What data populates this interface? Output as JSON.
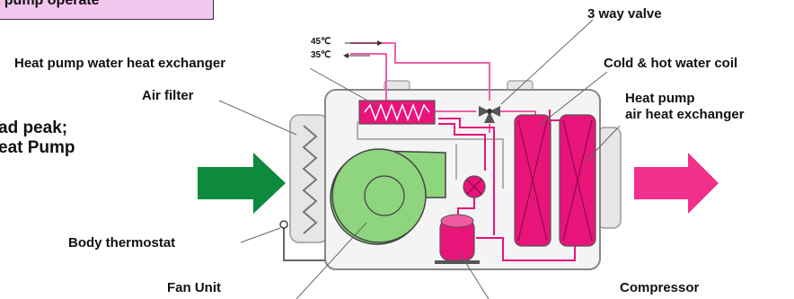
{
  "mode_banner": {
    "text": "t pump operate",
    "bg_color": "#f3c6ee"
  },
  "side_note": {
    "line1": "ad peak;",
    "line2": "eat Pump"
  },
  "temperatures": {
    "supply": "45℃",
    "return": "35℃"
  },
  "labels": {
    "heat_pump_water_hx": "Heat pump water heat exchanger",
    "three_way_valve": "3 way valve",
    "cold_hot_coil": "Cold & hot water coil",
    "heat_pump_air_hx_line1": "Heat pump",
    "heat_pump_air_hx_line2": "air heat exchanger",
    "air_filter": "Air filter",
    "body_thermostat": "Body thermostat",
    "fan_unit": "Fan Unit",
    "compressor": "Compressor"
  },
  "colors": {
    "refrigerant": "#e8147a",
    "pipe_pink": "#ef5fa8",
    "fan_green": "#8fd47e",
    "inlet_arrow": "#0d8a3c",
    "outlet_arrow": "#f0308a",
    "housing": "#f4f4f4"
  }
}
